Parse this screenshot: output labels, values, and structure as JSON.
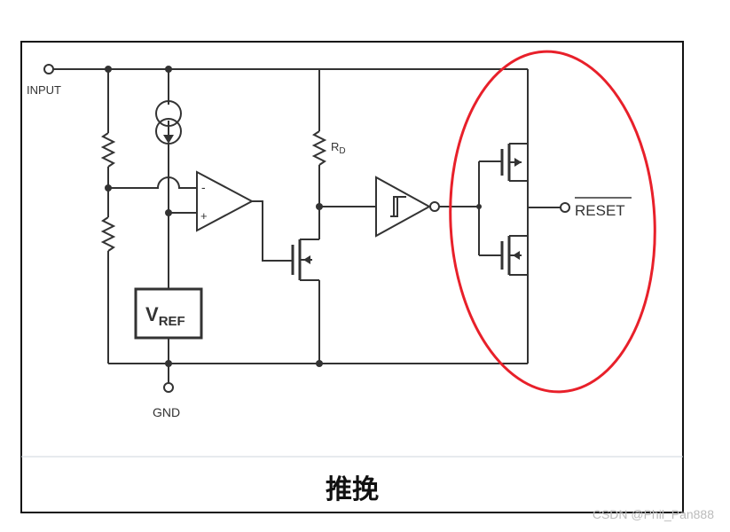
{
  "labels": {
    "input": "INPUT",
    "gnd": "GND",
    "rd_main": "R",
    "rd_sub": "D",
    "vref_main": "V",
    "vref_sub": "REF",
    "opamp_minus": "-",
    "opamp_plus": "+",
    "reset": "RESET"
  },
  "caption": "推挽",
  "watermark": "CSDN @Phil_Pan888",
  "colors": {
    "wire": "#333333",
    "highlight": "#e8202a",
    "panel_border": "#111111"
  }
}
